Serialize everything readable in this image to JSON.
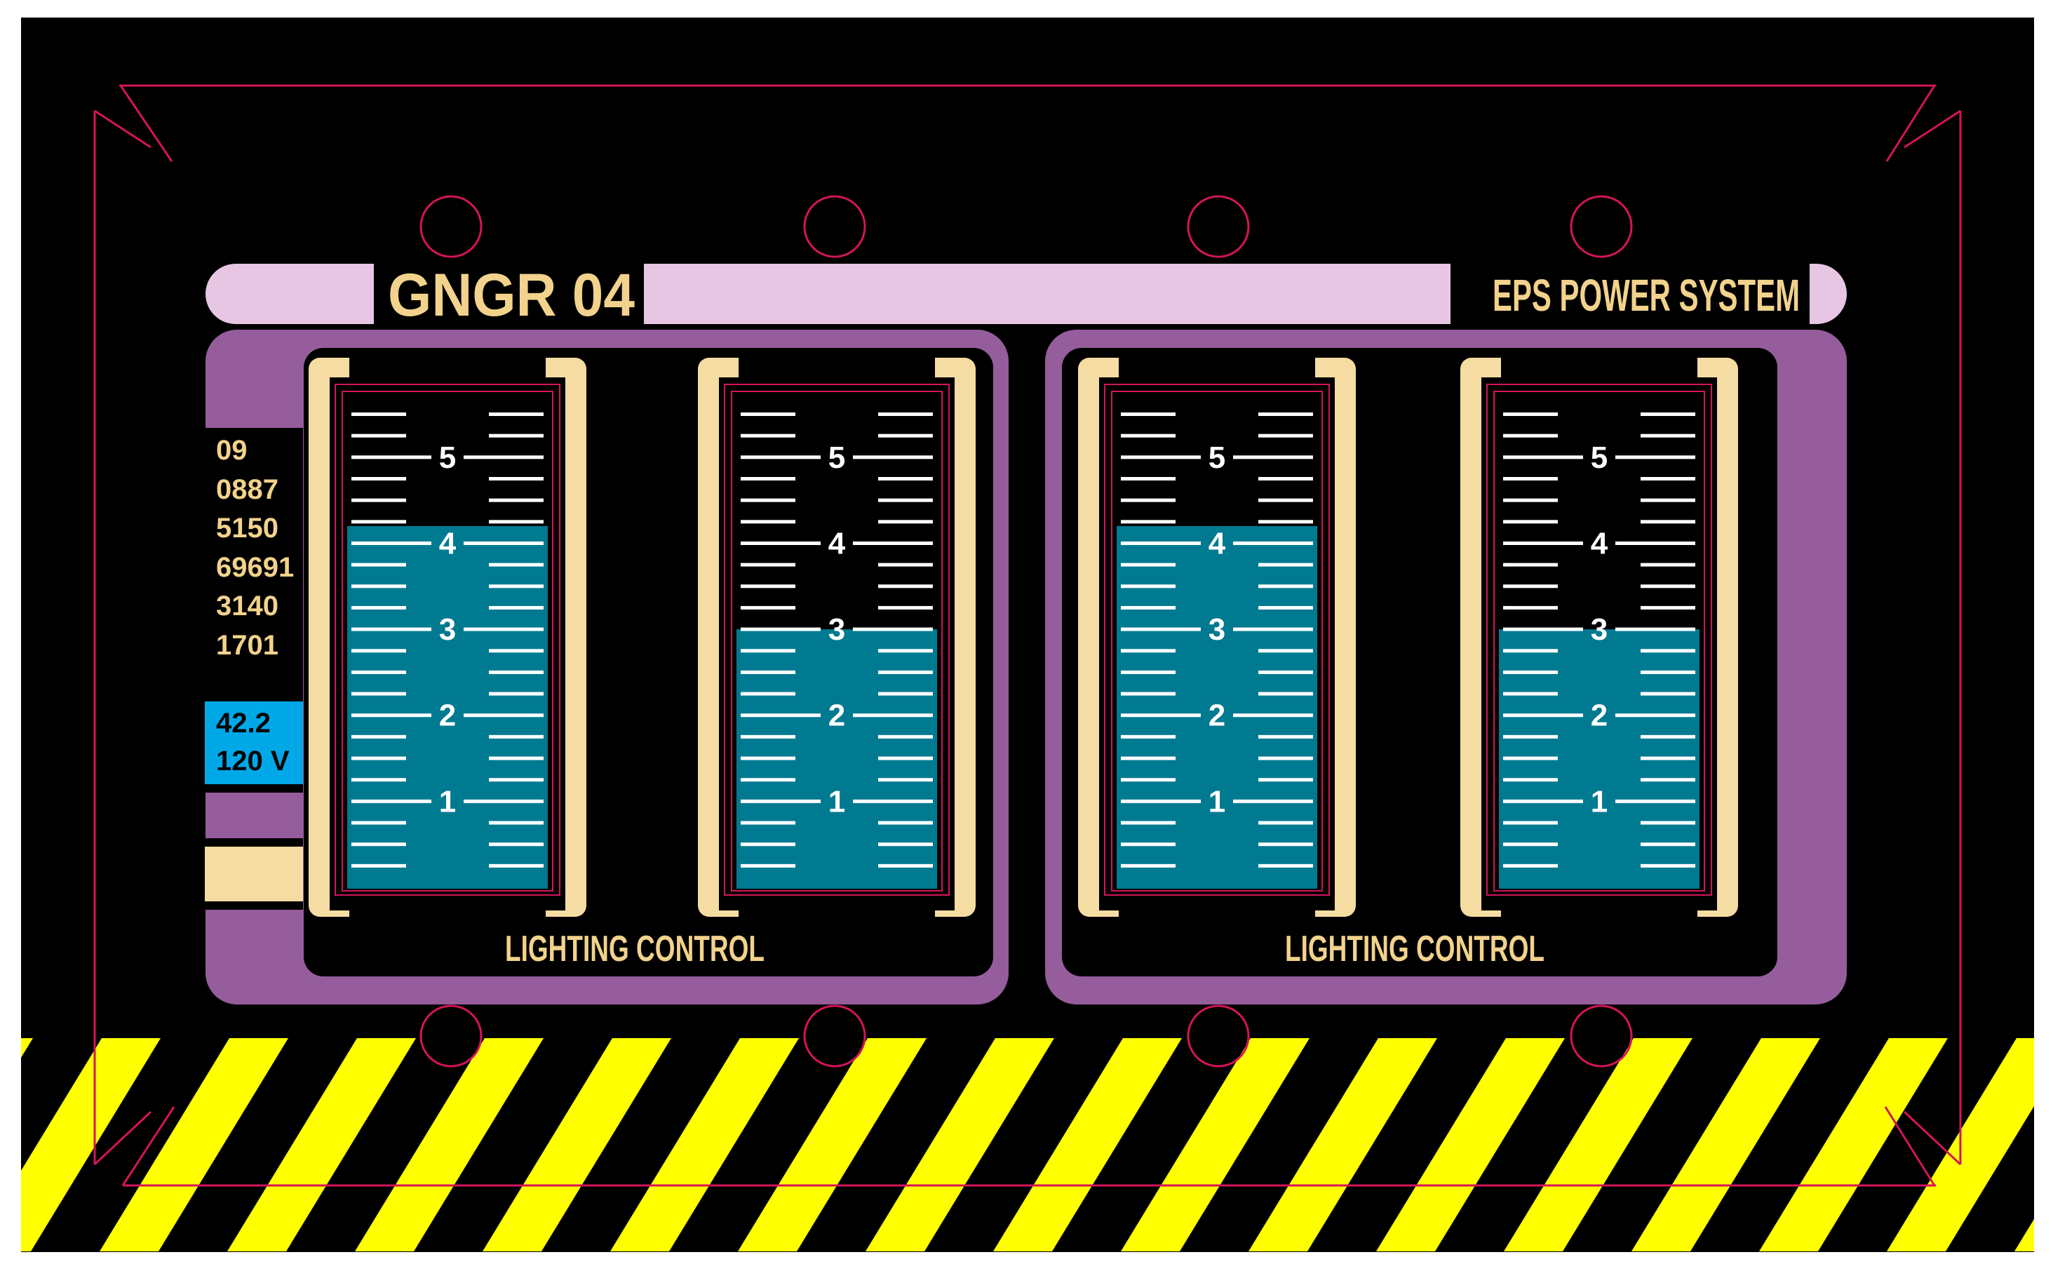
{
  "header": {
    "code": "GNGR 04",
    "system": "EPS POWER SYSTEM"
  },
  "side_readout": {
    "lines": [
      "09",
      "0887",
      "5150",
      "69691",
      "3140",
      "1701"
    ]
  },
  "status_box": {
    "line1": "42.2",
    "line2": "120 V"
  },
  "panels": [
    {
      "label": "LIGHTING CONTROL"
    },
    {
      "label": "LIGHTING CONTROL"
    }
  ],
  "gauges": [
    {
      "level": 4.2
    },
    {
      "level": 3.0
    },
    {
      "level": 4.2
    },
    {
      "level": 3.0
    }
  ],
  "scale": {
    "ticks": [
      "1",
      "2",
      "3",
      "4",
      "5"
    ],
    "min": 0,
    "max": 5.7
  },
  "colors": {
    "background": "#000000",
    "frame_purple": "#955d9c",
    "header_bar": "#e6c6e2",
    "accent_tan": "#f5dca3",
    "text_tan": "#f2d28c",
    "gauge_fill": "#007a90",
    "status_blue": "#00a8e8",
    "hazard_yellow": "#ffff00",
    "trim_red": "#d4145a"
  },
  "icons": [
    "mount-hole-icon"
  ]
}
